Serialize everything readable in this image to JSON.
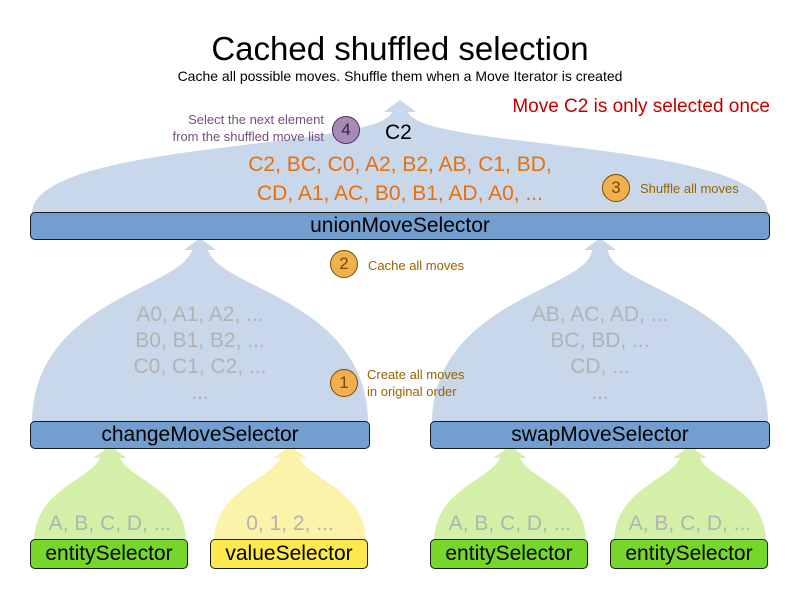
{
  "title": "Cached shuffled selection",
  "subtitle": "Cache all possible moves. Shuffle them when a Move Iterator is created",
  "note": "Move C2 is only selected once",
  "union": {
    "label": "unionMoveSelector",
    "shuffled_line1": "C2, BC, C0, A2, B2, AB, C1, BD,",
    "shuffled_line2": "CD, A1, AC, B0, B1, AD, A0, ...",
    "selected": "C2"
  },
  "change": {
    "label": "changeMoveSelector",
    "moves": [
      "A0, A1, A2, ...",
      "B0, B1, B2, ...",
      "C0, C1, C2, ...",
      "..."
    ]
  },
  "swap": {
    "label": "swapMoveSelector",
    "moves": [
      "AB, AC, AD, ...",
      "BC, BD, ...",
      "CD, ...",
      "..."
    ]
  },
  "leaves": [
    {
      "label": "entitySelector",
      "values": "A, B, C, D, ...",
      "color": "#77d62c"
    },
    {
      "label": "valueSelector",
      "values": "0, 1, 2, ...",
      "color": "#fce94f"
    },
    {
      "label": "entitySelector",
      "values": "A, B, C, D, ...",
      "color": "#77d62c"
    },
    {
      "label": "entitySelector",
      "values": "A, B, C, D, ...",
      "color": "#77d62c"
    }
  ],
  "steps": [
    {
      "number": "1",
      "text_line1": "Create all moves",
      "text_line2": "in original order"
    },
    {
      "number": "2",
      "text_line1": "Cache all moves"
    },
    {
      "number": "3",
      "text_line1": "Shuffle all moves"
    },
    {
      "number": "4",
      "text_line1": "Select the next element",
      "text_line2": "from the shuffled move list"
    }
  ],
  "colors": {
    "union_cloud": "#c5d5e9",
    "selector_box": "#729fcf",
    "green_cloud": "#d4f0a8",
    "yellow_cloud": "#fbf3a9",
    "step_circle": "#f0b050",
    "step4_circle": "#a58bb5",
    "shuffled_text": "#e8700a",
    "note_text": "#c00000"
  }
}
